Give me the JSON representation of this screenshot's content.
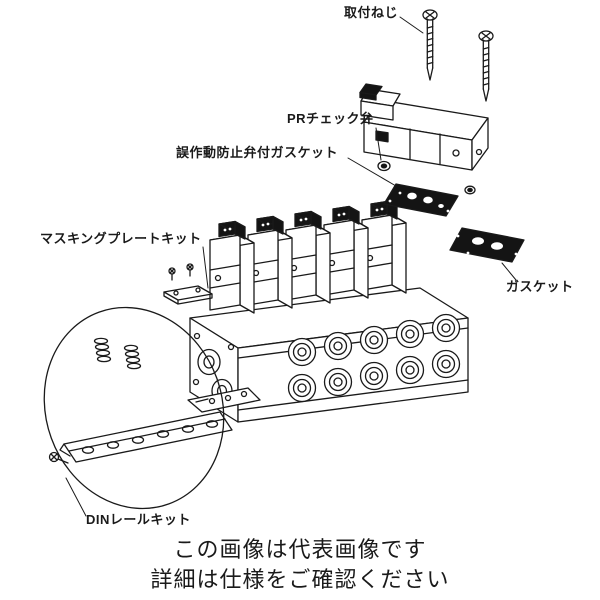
{
  "image": {
    "type": "exploded-parts-diagram",
    "callouts": {
      "mounting_screw": "取付ねじ",
      "pr_check_valve": "PRチェック弁",
      "malfunction_prevention_valve_gasket": "誤作動防止弁付ガスケット",
      "masking_plate_kit": "マスキングプレートキット",
      "gasket": "ガスケット",
      "din_rail_kit": "DINレールキット"
    },
    "footer": {
      "line1": "この画像は代表画像です",
      "line2": "詳細は仕様をご確認ください"
    },
    "colors": {
      "line": "#1a1a1a",
      "dark_fill": "#141414",
      "background": "#ffffff"
    }
  }
}
